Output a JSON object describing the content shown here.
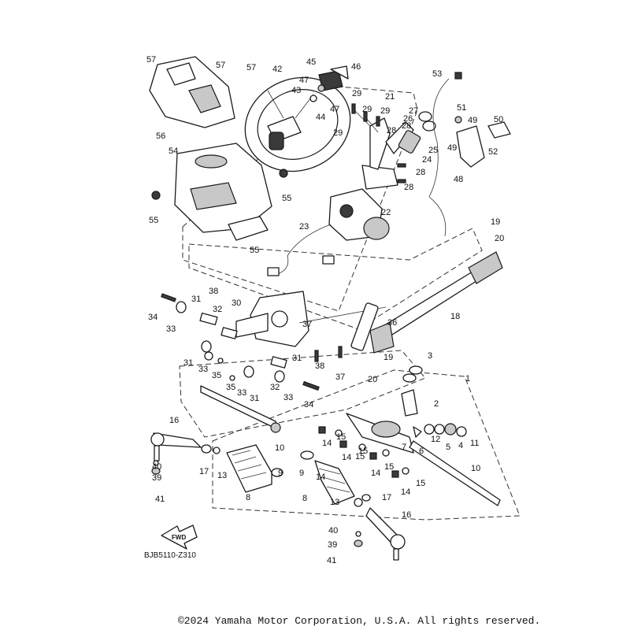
{
  "diagram": {
    "code": "BJB5110-Z310",
    "copyright": "©2024 Yamaha Motor Corporation, U.S.A. All rights reserved.",
    "fwd_label": "FWD",
    "callouts": [
      {
        "id": "57a",
        "label": "57"
      },
      {
        "id": "57b",
        "label": "57"
      },
      {
        "id": "57c",
        "label": "57"
      },
      {
        "id": "42",
        "label": "42"
      },
      {
        "id": "45",
        "label": "45"
      },
      {
        "id": "46",
        "label": "46"
      },
      {
        "id": "47a",
        "label": "47"
      },
      {
        "id": "43",
        "label": "43"
      },
      {
        "id": "47b",
        "label": "47"
      },
      {
        "id": "44",
        "label": "44"
      },
      {
        "id": "53",
        "label": "53"
      },
      {
        "id": "21",
        "label": "21"
      },
      {
        "id": "29a",
        "label": "29"
      },
      {
        "id": "29b",
        "label": "29"
      },
      {
        "id": "29c",
        "label": "29"
      },
      {
        "id": "29d",
        "label": "29"
      },
      {
        "id": "27",
        "label": "27"
      },
      {
        "id": "26",
        "label": "26"
      },
      {
        "id": "28a",
        "label": "28"
      },
      {
        "id": "28b",
        "label": "28"
      },
      {
        "id": "28c",
        "label": "28"
      },
      {
        "id": "28d",
        "label": "28"
      },
      {
        "id": "25",
        "label": "25"
      },
      {
        "id": "24",
        "label": "24"
      },
      {
        "id": "51",
        "label": "51"
      },
      {
        "id": "49a",
        "label": "49"
      },
      {
        "id": "50",
        "label": "50"
      },
      {
        "id": "49b",
        "label": "49"
      },
      {
        "id": "52",
        "label": "52"
      },
      {
        "id": "48",
        "label": "48"
      },
      {
        "id": "56",
        "label": "56"
      },
      {
        "id": "54",
        "label": "54"
      },
      {
        "id": "55a",
        "label": "55"
      },
      {
        "id": "55b",
        "label": "55"
      },
      {
        "id": "55c",
        "label": "55"
      },
      {
        "id": "23",
        "label": "23"
      },
      {
        "id": "22",
        "label": "22"
      },
      {
        "id": "19a",
        "label": "19"
      },
      {
        "id": "20a",
        "label": "20"
      },
      {
        "id": "38a",
        "label": "38"
      },
      {
        "id": "31a",
        "label": "31"
      },
      {
        "id": "30",
        "label": "30"
      },
      {
        "id": "34a",
        "label": "34"
      },
      {
        "id": "32a",
        "label": "32"
      },
      {
        "id": "33a",
        "label": "33"
      },
      {
        "id": "18",
        "label": "18"
      },
      {
        "id": "37a",
        "label": "37"
      },
      {
        "id": "36",
        "label": "36"
      },
      {
        "id": "31b",
        "label": "31"
      },
      {
        "id": "33b",
        "label": "33"
      },
      {
        "id": "35a",
        "label": "35"
      },
      {
        "id": "31c",
        "label": "31"
      },
      {
        "id": "38b",
        "label": "38"
      },
      {
        "id": "19b",
        "label": "19"
      },
      {
        "id": "37b",
        "label": "37"
      },
      {
        "id": "20b",
        "label": "20"
      },
      {
        "id": "35b",
        "label": "35"
      },
      {
        "id": "33c",
        "label": "33"
      },
      {
        "id": "32b",
        "label": "32"
      },
      {
        "id": "31d",
        "label": "31"
      },
      {
        "id": "33d",
        "label": "33"
      },
      {
        "id": "34b",
        "label": "34"
      },
      {
        "id": "3",
        "label": "3"
      },
      {
        "id": "1",
        "label": "1"
      },
      {
        "id": "2",
        "label": "2"
      },
      {
        "id": "16a",
        "label": "16"
      },
      {
        "id": "15a",
        "label": "15"
      },
      {
        "id": "15b",
        "label": "15"
      },
      {
        "id": "14a",
        "label": "14"
      },
      {
        "id": "14b",
        "label": "14"
      },
      {
        "id": "10a",
        "label": "10"
      },
      {
        "id": "12",
        "label": "12"
      },
      {
        "id": "5",
        "label": "5"
      },
      {
        "id": "4",
        "label": "4"
      },
      {
        "id": "11",
        "label": "11"
      },
      {
        "id": "7",
        "label": "7"
      },
      {
        "id": "6",
        "label": "6"
      },
      {
        "id": "15c",
        "label": "15"
      },
      {
        "id": "15d",
        "label": "15"
      },
      {
        "id": "14c",
        "label": "14"
      },
      {
        "id": "14d",
        "label": "14"
      },
      {
        "id": "15e",
        "label": "15"
      },
      {
        "id": "14e",
        "label": "14"
      },
      {
        "id": "10b",
        "label": "10"
      },
      {
        "id": "40a",
        "label": "40"
      },
      {
        "id": "39a",
        "label": "39"
      },
      {
        "id": "41a",
        "label": "41"
      },
      {
        "id": "17a",
        "label": "17"
      },
      {
        "id": "13a",
        "label": "13"
      },
      {
        "id": "9a",
        "label": "9"
      },
      {
        "id": "8a",
        "label": "8"
      },
      {
        "id": "9b",
        "label": "9"
      },
      {
        "id": "8b",
        "label": "8"
      },
      {
        "id": "13b",
        "label": "13"
      },
      {
        "id": "17b",
        "label": "17"
      },
      {
        "id": "16b",
        "label": "16"
      },
      {
        "id": "40b",
        "label": "40"
      },
      {
        "id": "39b",
        "label": "39"
      },
      {
        "id": "41b",
        "label": "41"
      }
    ]
  }
}
